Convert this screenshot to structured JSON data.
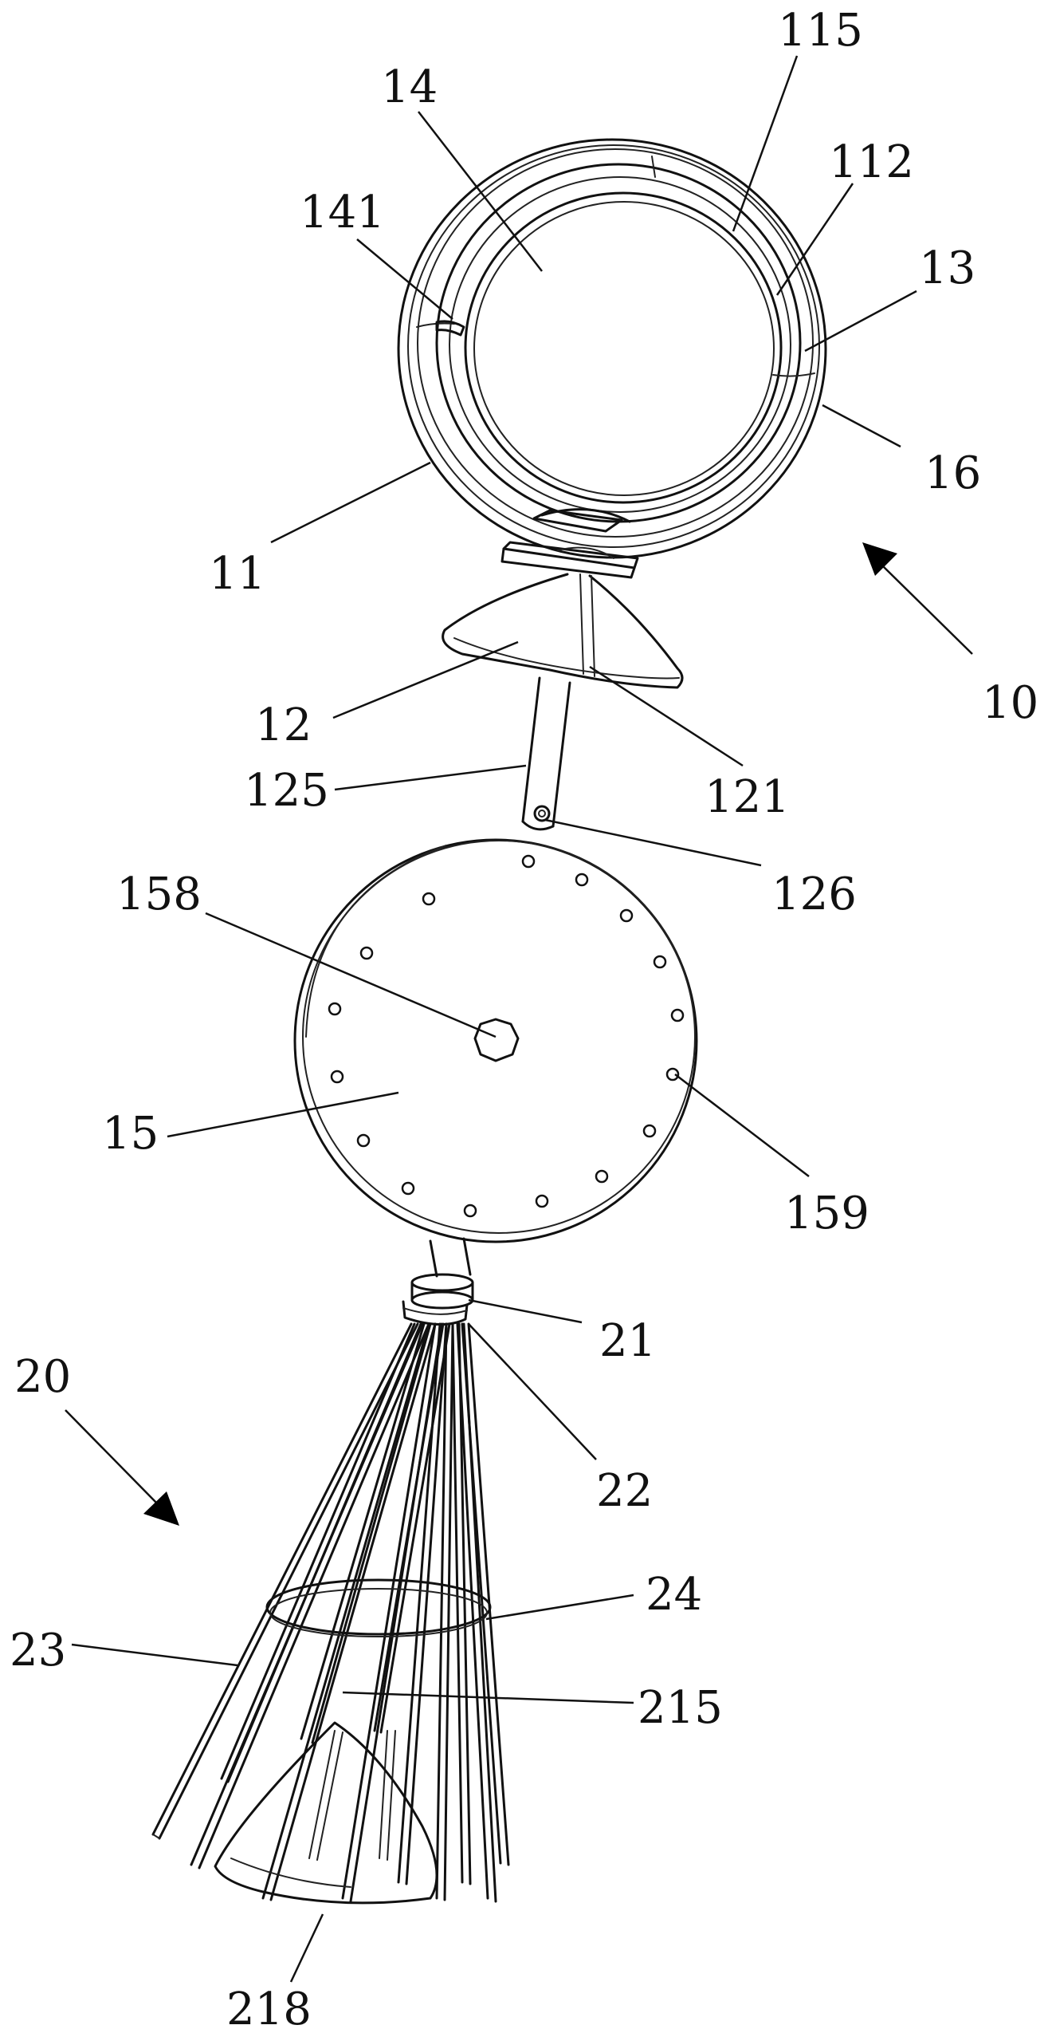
{
  "figure": {
    "labels": {
      "l115": "115",
      "l14": "14",
      "l112": "112",
      "l141": "141",
      "l13": "13",
      "l16": "16",
      "l11": "11",
      "l10": "10",
      "l12": "12",
      "l121": "121",
      "l125": "125",
      "l126": "126",
      "l158": "158",
      "l15": "15",
      "l159": "159",
      "l21": "21",
      "l20": "20",
      "l22": "22",
      "l24": "24",
      "l23": "23",
      "l215": "215",
      "l218": "218"
    }
  }
}
